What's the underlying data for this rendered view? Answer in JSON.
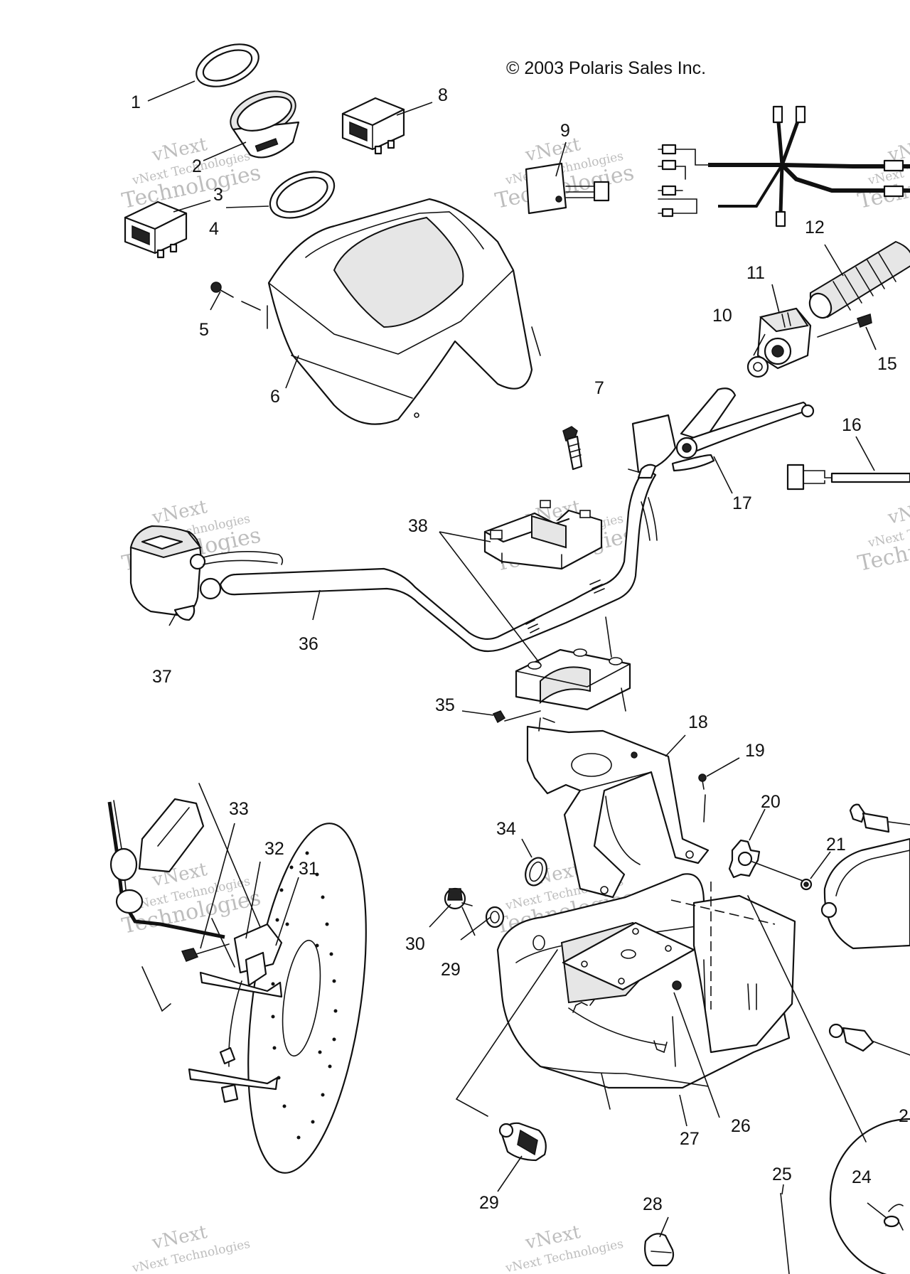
{
  "copyright": "© 2003 Polaris Sales Inc.",
  "watermark": {
    "line1": "vNext",
    "line2": "vNext Technologies",
    "line3": "Technologies"
  },
  "callouts": {
    "c1": "1",
    "c2": "2",
    "c3": "3",
    "c4": "4",
    "c5": "5",
    "c6": "6",
    "c7": "7",
    "c8": "8",
    "c9": "9",
    "c10": "10",
    "c11": "11",
    "c12": "12",
    "c15": "15",
    "c16": "16",
    "c17": "17",
    "c18": "18",
    "c19": "19",
    "c20": "20",
    "c21": "21",
    "c24": "24",
    "c25": "25",
    "c26": "26",
    "c27": "27",
    "c28": "28",
    "c29a": "29",
    "c29b": "29",
    "c30": "30",
    "c31": "31",
    "c32": "32",
    "c33": "33",
    "c34": "34",
    "c35": "35",
    "c36": "36",
    "c37": "37",
    "c38": "38",
    "c2x": "2"
  }
}
